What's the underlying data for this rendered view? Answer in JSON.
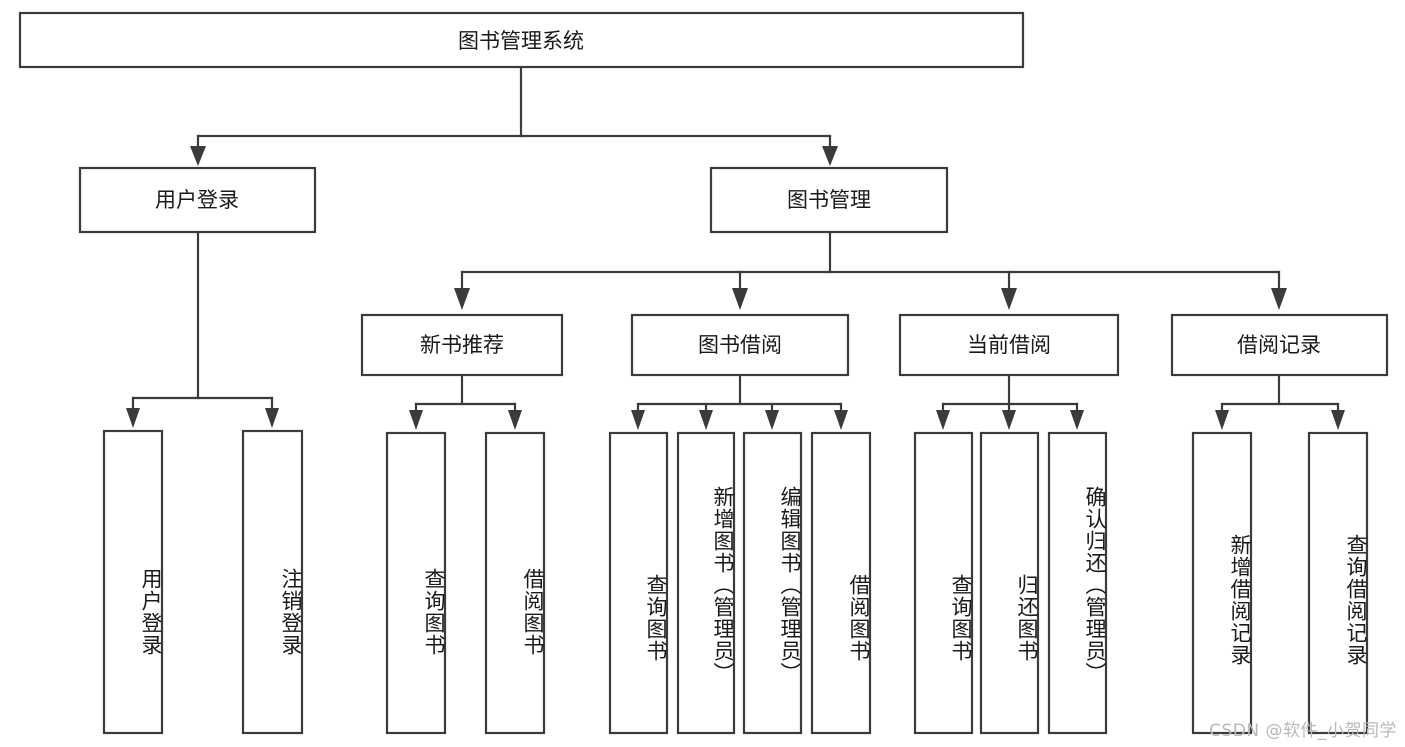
{
  "diagram": {
    "type": "org-tree",
    "title_node": {
      "id": "root",
      "label": "图书管理系统"
    },
    "level2": [
      {
        "id": "user-login",
        "label": "用户登录"
      },
      {
        "id": "book-manage",
        "label": "图书管理"
      }
    ],
    "level3": [
      {
        "id": "new-book-recommend",
        "label": "新书推荐",
        "parent": "book-manage"
      },
      {
        "id": "book-borrow",
        "label": "图书借阅",
        "parent": "book-manage"
      },
      {
        "id": "current-borrow",
        "label": "当前借阅",
        "parent": "book-manage"
      },
      {
        "id": "borrow-record",
        "label": "借阅记录",
        "parent": "book-manage"
      }
    ],
    "leaves": [
      {
        "id": "leaf-user-login",
        "label": "用户登录",
        "parent": "user-login"
      },
      {
        "id": "leaf-logout",
        "label": "注销登录",
        "parent": "user-login"
      },
      {
        "id": "leaf-query-book-1",
        "label": "查询图书",
        "parent": "new-book-recommend"
      },
      {
        "id": "leaf-borrow-book-1",
        "label": "借阅图书",
        "parent": "new-book-recommend"
      },
      {
        "id": "leaf-query-book-2",
        "label": "查询图书",
        "parent": "book-borrow"
      },
      {
        "id": "leaf-add-book",
        "label": "新增图书（管理员）",
        "parent": "book-borrow"
      },
      {
        "id": "leaf-edit-book",
        "label": "编辑图书（管理员）",
        "parent": "book-borrow"
      },
      {
        "id": "leaf-borrow-book-2",
        "label": "借阅图书",
        "parent": "book-borrow"
      },
      {
        "id": "leaf-query-book-3",
        "label": "查询图书",
        "parent": "current-borrow"
      },
      {
        "id": "leaf-return-book",
        "label": "归还图书",
        "parent": "current-borrow"
      },
      {
        "id": "leaf-confirm-return",
        "label": "确认归还（管理员）",
        "parent": "current-borrow"
      },
      {
        "id": "leaf-add-record",
        "label": "新增借阅记录",
        "parent": "borrow-record"
      },
      {
        "id": "leaf-query-record",
        "label": "查询借阅记录",
        "parent": "borrow-record"
      }
    ],
    "colors": {
      "stroke": "#3b3b3b",
      "fill": "#ffffff",
      "text": "#1a1a1a",
      "watermark": "#b9b9b9"
    }
  },
  "watermark": {
    "text": "CSDN @软件_小贺同学"
  }
}
